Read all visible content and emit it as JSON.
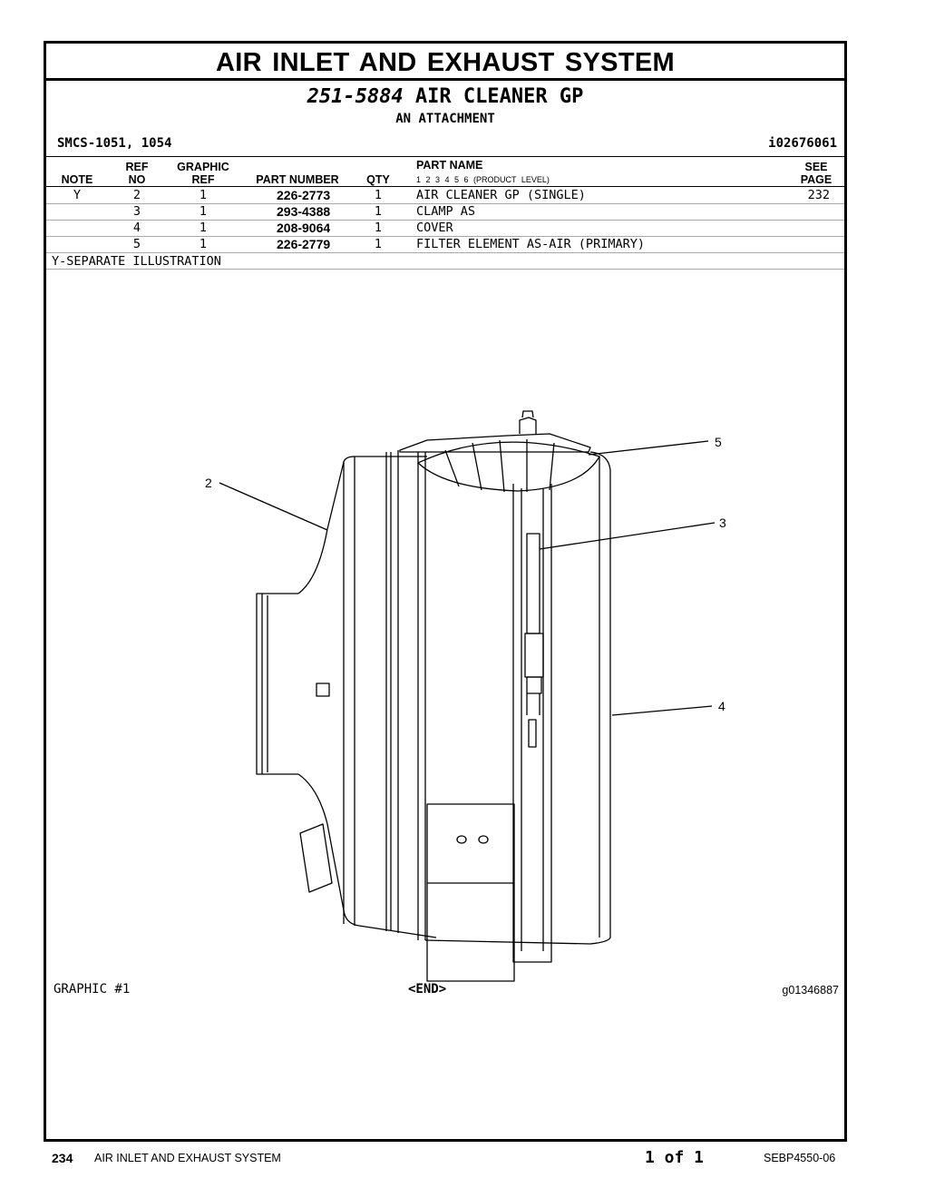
{
  "title": "AIR INLET AND EXHAUST SYSTEM",
  "group": {
    "number": "251-5884",
    "name": "AIR CLEANER GP",
    "subtitle": "AN ATTACHMENT"
  },
  "smcs": "SMCS-1051, 1054",
  "ident": "i02676061",
  "columns": {
    "note": "NOTE",
    "ref_no": [
      "REF",
      "NO"
    ],
    "graphic_ref": [
      "GRAPHIC",
      "REF"
    ],
    "part_number": "PART NUMBER",
    "qty": "QTY",
    "part_name": "PART NAME",
    "product_levels": "1  2  3  4  5  6  (PRODUCT LEVEL)",
    "see_page": [
      "SEE",
      "PAGE"
    ]
  },
  "rows": [
    {
      "note": "Y",
      "ref": "2",
      "graphic": "1",
      "part_number": "226-2773",
      "qty": "1",
      "name": "AIR CLEANER GP (SINGLE)",
      "page": "232"
    },
    {
      "note": "",
      "ref": "3",
      "graphic": "1",
      "part_number": "293-4388",
      "qty": "1",
      "name": "CLAMP AS",
      "page": ""
    },
    {
      "note": "",
      "ref": "4",
      "graphic": "1",
      "part_number": "208-9064",
      "qty": "1",
      "name": "COVER",
      "page": ""
    },
    {
      "note": "",
      "ref": "5",
      "graphic": "1",
      "part_number": "226-2779",
      "qty": "1",
      "name": "FILTER ELEMENT AS-AIR (PRIMARY)",
      "page": ""
    }
  ],
  "note_text": "Y-SEPARATE ILLUSTRATION",
  "callouts": [
    "2",
    "3",
    "4",
    "5"
  ],
  "graphic_label": "GRAPHIC #1",
  "end_label": "<END>",
  "graphic_number": "g01346887",
  "footer": {
    "page": "234",
    "section": "AIR INLET AND EXHAUST SYSTEM",
    "page_of": "1 of 1",
    "doc": "SEBP4550-06"
  }
}
